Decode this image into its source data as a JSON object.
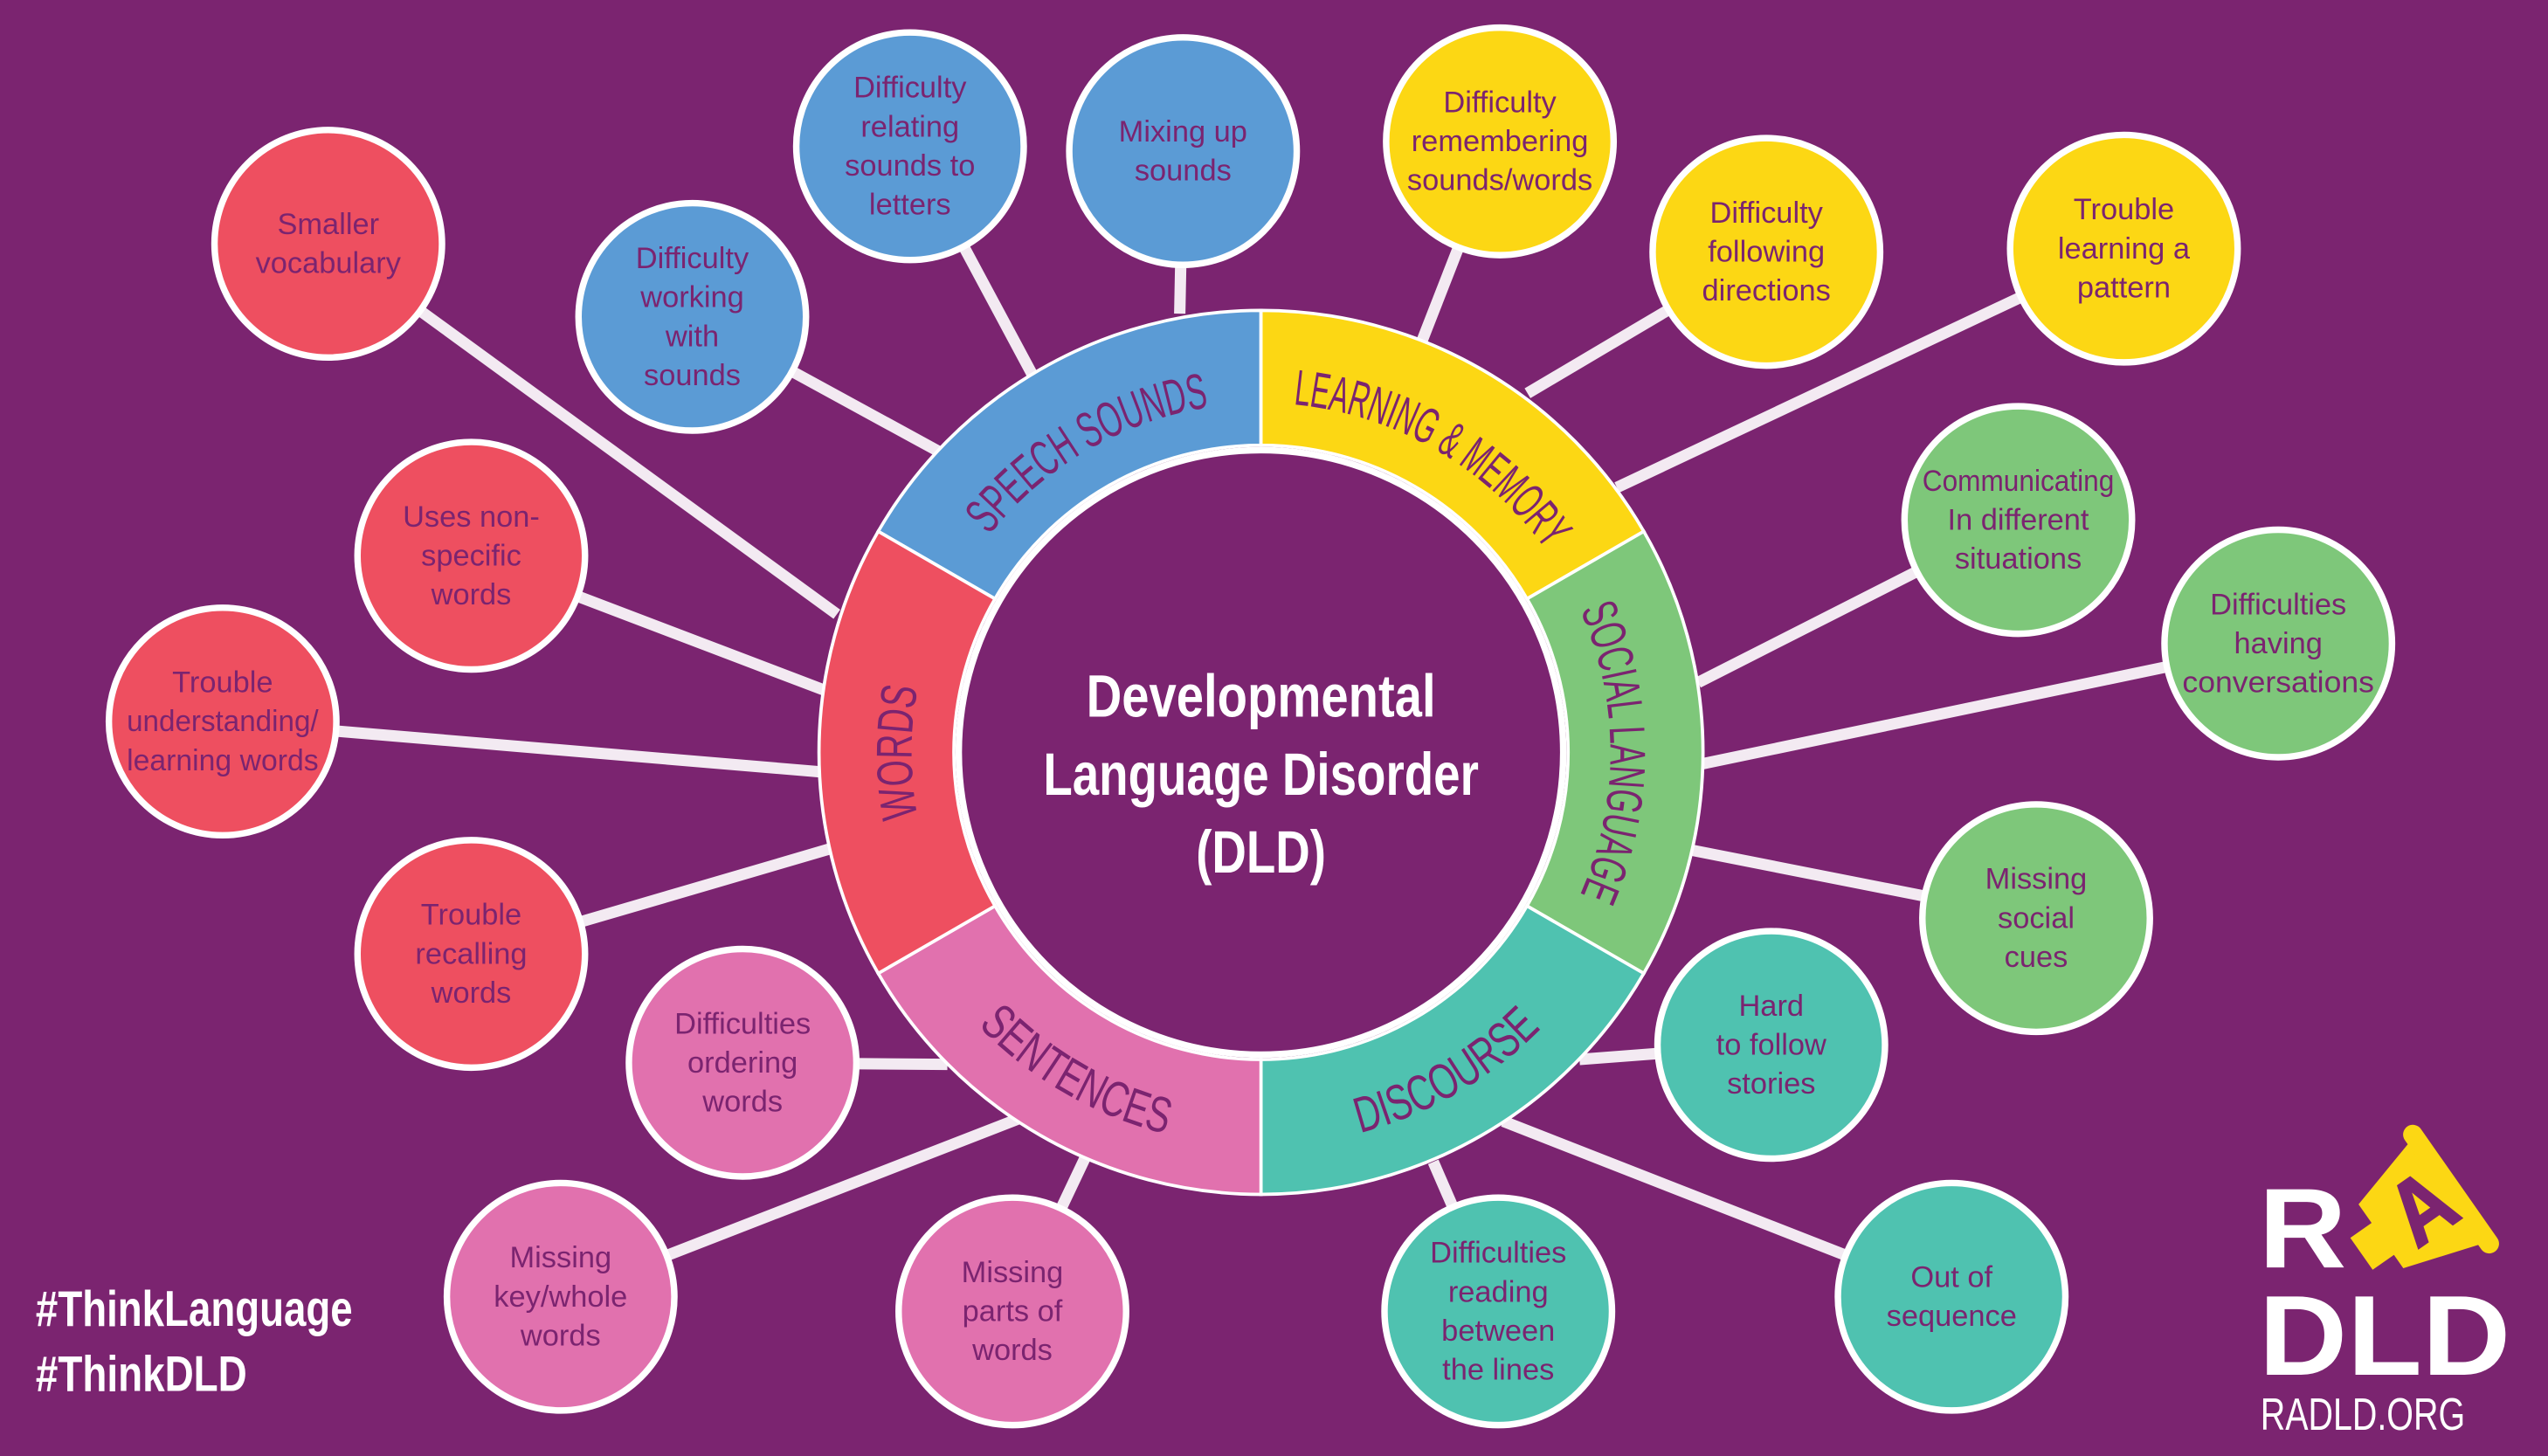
{
  "title": [
    "Developmental",
    "Language Disorder",
    "(DLD)"
  ],
  "colors": {
    "background": "#7B2470",
    "text_dark": "#7B2470",
    "connector": "#F3EAF2",
    "speech_sounds": "#5B9BD5",
    "learning_memory": "#FCD714",
    "social_language": "#7EC77A",
    "discourse": "#4FC2B0",
    "sentences": "#E171AE",
    "words": "#EE4F60"
  },
  "categories": [
    {
      "key": "speech_sounds",
      "label": "SPEECH SOUNDS",
      "items": [
        [
          "Difficulty",
          "working",
          "with",
          "sounds"
        ],
        [
          "Difficulty",
          "relating",
          "sounds to",
          "letters"
        ],
        [
          "Mixing up",
          "sounds"
        ]
      ]
    },
    {
      "key": "learning_memory",
      "label": "LEARNING & MEMORY",
      "items": [
        [
          "Difficulty",
          "remembering",
          "sounds/words"
        ],
        [
          "Difficulty",
          "following",
          "directions"
        ],
        [
          "Trouble",
          "learning a",
          "pattern"
        ]
      ]
    },
    {
      "key": "social_language",
      "label": "SOCIAL LANGUAGE",
      "items": [
        [
          "Communicating",
          "In different",
          "situations"
        ],
        [
          "Difficulties",
          "having",
          "conversations"
        ],
        [
          "Missing",
          "social",
          "cues"
        ]
      ]
    },
    {
      "key": "discourse",
      "label": "DISCOURSE",
      "items": [
        [
          "Hard",
          "to follow",
          "stories"
        ],
        [
          "Out of",
          "sequence"
        ],
        [
          "Difficulties",
          "reading",
          "between",
          "the lines"
        ]
      ]
    },
    {
      "key": "sentences",
      "label": "SENTENCES",
      "items": [
        [
          "Difficulties",
          "ordering",
          "words"
        ],
        [
          "Missing",
          "key/whole",
          "words"
        ],
        [
          "Missing",
          "parts of",
          "words"
        ]
      ]
    },
    {
      "key": "words",
      "label": "WORDS",
      "items": [
        [
          "Smaller",
          "vocabulary"
        ],
        [
          "Uses non-",
          "specific",
          "words"
        ],
        [
          "Trouble",
          "understanding/",
          "learning words"
        ],
        [
          "Trouble",
          "recalling",
          "words"
        ]
      ]
    }
  ],
  "hashtags": [
    "#ThinkLanguage",
    "#ThinkDLD"
  ],
  "logo": {
    "line1": "R",
    "badge": "A",
    "line2": "DLD",
    "url": "RADLD.ORG"
  }
}
